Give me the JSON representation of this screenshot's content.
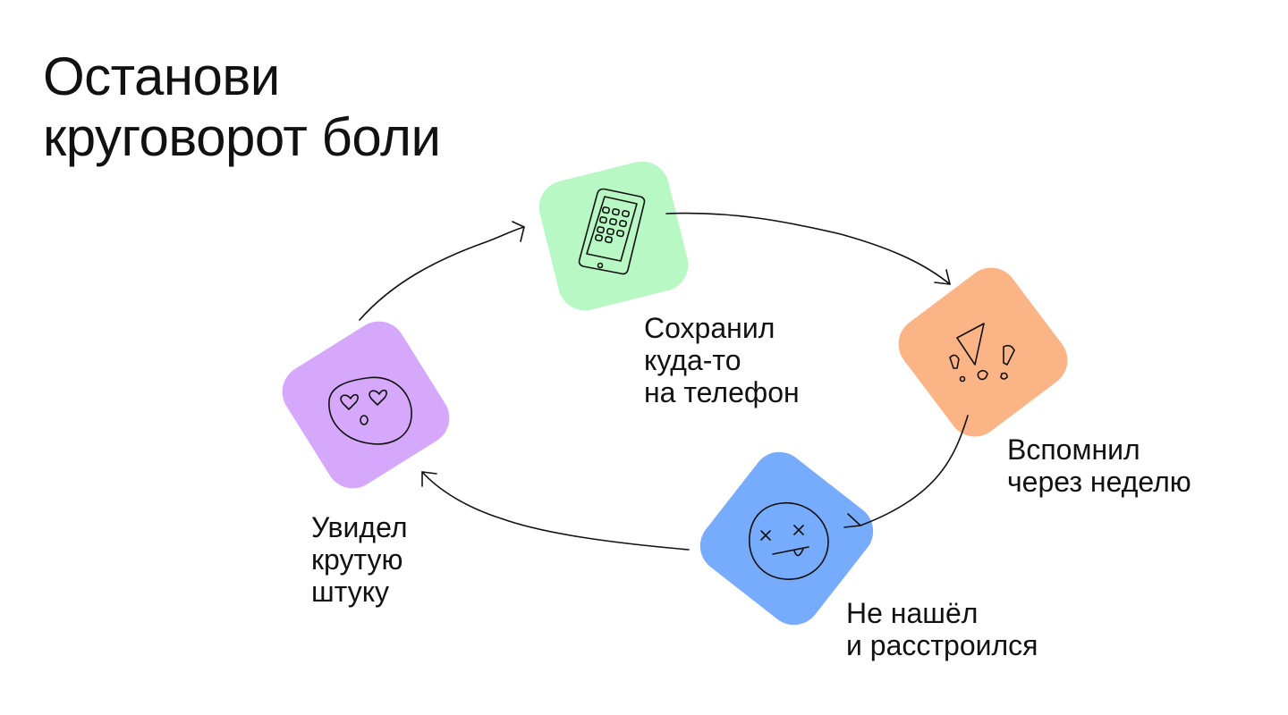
{
  "title": {
    "line1": "Останови",
    "line2": "круговорот боли"
  },
  "steps": [
    {
      "icon": "smartphone-icon",
      "color": "#b8f8c4",
      "lines": [
        "Сохранил",
        "куда-то",
        "на телефон"
      ]
    },
    {
      "icon": "exclamation-icon",
      "color": "#fbb485",
      "lines": [
        "Вспомнил",
        "через неделю"
      ]
    },
    {
      "icon": "dizzy-face-icon",
      "color": "#77abfb",
      "lines": [
        "Не нашёл",
        "и расстроился"
      ]
    },
    {
      "icon": "heart-eyes-face-icon",
      "color": "#d6a8fb",
      "lines": [
        "Увидел",
        "крутую",
        "штуку"
      ]
    }
  ]
}
